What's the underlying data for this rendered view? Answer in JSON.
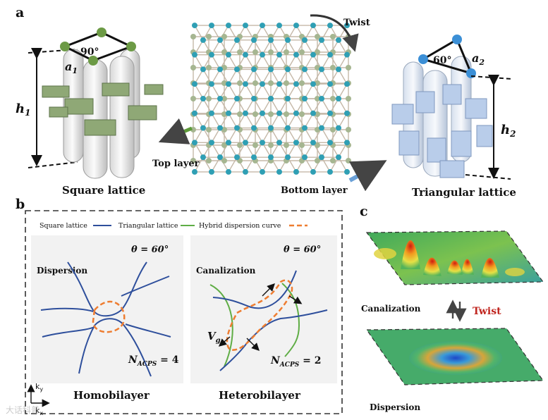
{
  "panel_a": {
    "label": "a",
    "square_title": "Square lattice",
    "triangular_title": "Triangular lattice",
    "angle_square": "90°",
    "angle_triangular": "60°",
    "a1_base": "a",
    "a1_sub": "1",
    "a2_base": "a",
    "a2_sub": "2",
    "h1_base": "h",
    "h1_sub": "1",
    "h2_base": "h",
    "h2_sub": "2",
    "twist": "Twist",
    "top_layer": "Top layer",
    "bottom_layer": "Bottom layer"
  },
  "panel_b": {
    "label": "b",
    "legend": {
      "square": "Square lattice",
      "triangular": "Triangular lattice",
      "hybrid": "Hybrid dispersion curve"
    },
    "colors": {
      "square": "#2e4f9c",
      "triangular": "#5fad45",
      "hybrid": "#ee7d31"
    },
    "homo": {
      "theta": "θ = 60°",
      "mode": "Dispersion",
      "nacps": "N",
      "nacps_sub": "ACPS",
      "nacps_val": " = 4",
      "title": "Homobilayer"
    },
    "hetero": {
      "theta": "θ = 60°",
      "mode": "Canalization",
      "vg": "V",
      "vg_sub": "g",
      "nacps": "N",
      "nacps_sub": "ACPS",
      "nacps_val": " = 2",
      "title": "Heterobilayer"
    },
    "axis_ky": "k",
    "axis_ky_sub": "y",
    "axis_kx": "k",
    "axis_kx_sub": "x"
  },
  "panel_c": {
    "label": "c",
    "canalization": "Canalization",
    "dispersion": "Dispersion",
    "twist": "Twist",
    "twist_color": "#c0261f"
  },
  "watermark": "大话科普"
}
